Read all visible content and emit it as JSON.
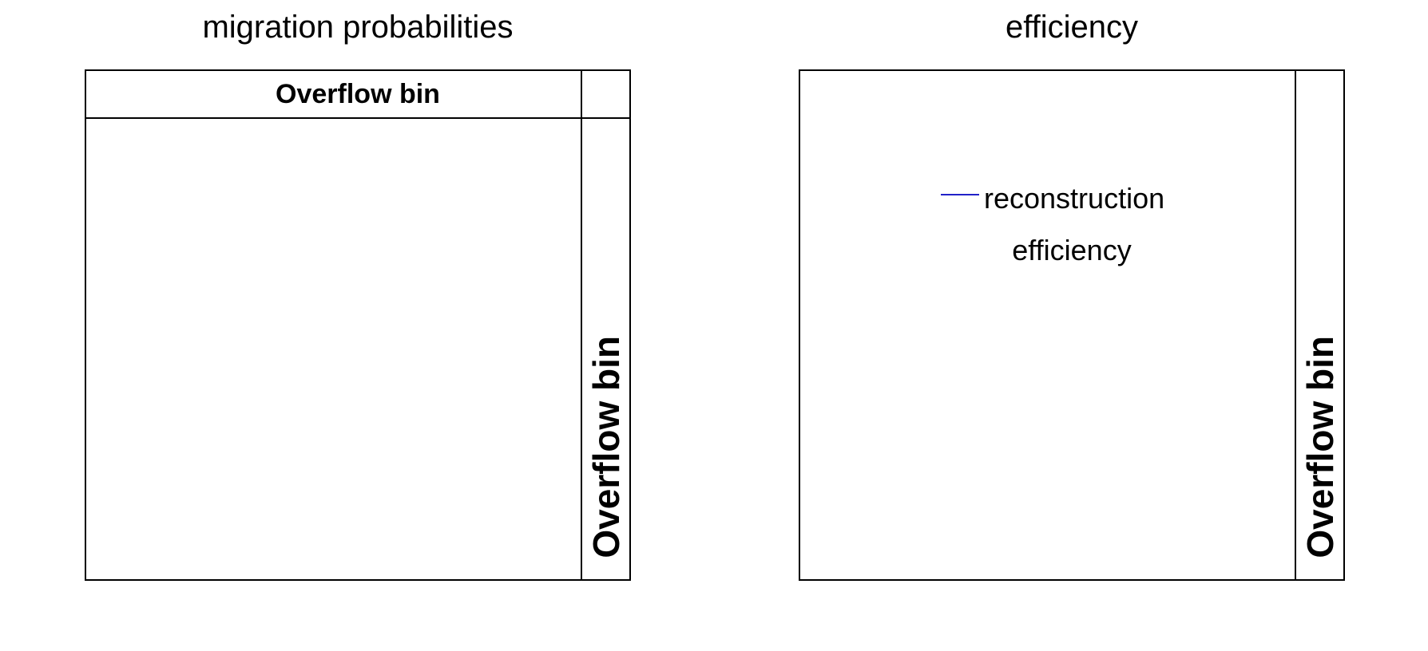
{
  "figure": {
    "background_color": "#ffffff",
    "frame_color": "#000000",
    "text_color": "#000000",
    "legend_marker_color": "#2121c8"
  },
  "panels": {
    "left": {
      "title": "migration probabilities",
      "overflow_top_label": "Overflow bin",
      "overflow_right_label": "Overflow bin"
    },
    "right": {
      "title": "efficiency",
      "overflow_right_label": "Overflow bin",
      "legend": {
        "marker": "blue-horizontal-line",
        "label_line1": "reconstruction",
        "label_line2": "efficiency"
      }
    }
  },
  "chart_data": [
    {
      "type": "heatmap",
      "title": "migration probabilities",
      "series": [],
      "annotations": [
        "Overflow bin (top row band)",
        "Overflow bin (right column band)"
      ],
      "layout": "empty square frame; top horizontal band and right vertical band delimited by inner lines; no data points or axis ticks visible"
    },
    {
      "type": "line",
      "title": "efficiency",
      "series": [],
      "legend": [
        {
          "label": "reconstruction efficiency",
          "color": "#2121c8",
          "marker": "line"
        }
      ],
      "annotations": [
        "Overflow bin (right column band)"
      ],
      "layout": "empty square frame; right vertical band delimited by inner line; legend inside plot area; no data points or axis ticks visible"
    }
  ]
}
